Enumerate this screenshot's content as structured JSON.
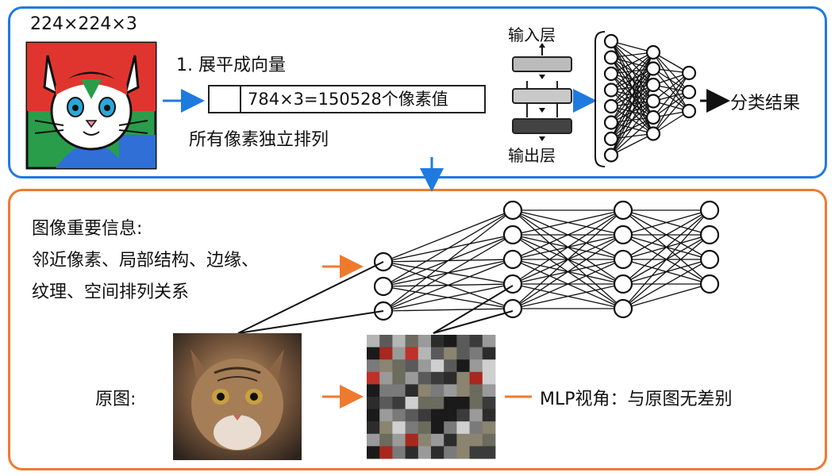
{
  "top_panel": {
    "image_dims": "224×224×3",
    "step_label": "1. 展平成向量",
    "vector_text": "784×3=150528个像素值",
    "vector_caption": "所有像素独立排列",
    "input_layer": "输入层",
    "output_layer": "输出层",
    "result": "分类结果"
  },
  "bottom_panel": {
    "info_title": "图像重要信息:",
    "info_line1": "邻近像素、局部结构、边缘、",
    "info_line2": "纹理、空间排列关系",
    "original_label": "原图:",
    "mlp_label": "MLP视角：与原图无差别"
  },
  "colors": {
    "top_border": "#1f7ae0",
    "bottom_border": "#ef7a2e",
    "blue_arrow": "#1f7ae0",
    "orange_arrow": "#ef7a2e"
  }
}
